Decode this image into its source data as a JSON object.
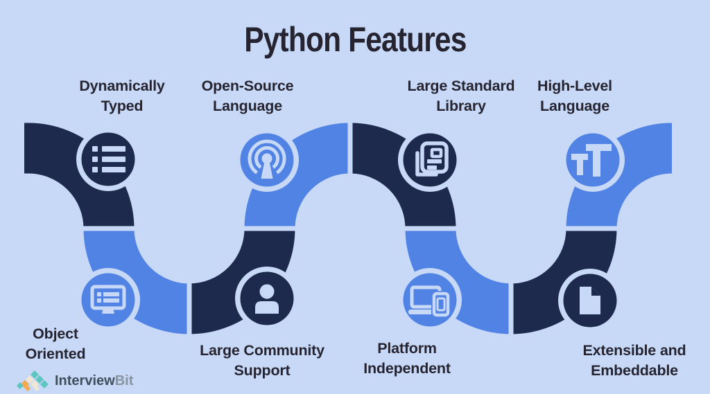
{
  "title": "Python Features",
  "colors": {
    "background": "#c7d9f6",
    "ribbon_dark": "#1d2a4d",
    "ribbon_blue": "#5183e4",
    "text": "#262430"
  },
  "features": [
    {
      "id": "dynamically-typed",
      "line1": "Dynamically",
      "line2": "Typed",
      "icon": "list-icon",
      "circle_color": "#1d2a4d"
    },
    {
      "id": "open-source-language",
      "line1": "Open-Source",
      "line2": "Language",
      "icon": "broadcast-icon",
      "circle_color": "#5183e4"
    },
    {
      "id": "large-standard-library",
      "line1": "Large Standard",
      "line2": "Library",
      "icon": "library-icon",
      "circle_color": "#1d2a4d"
    },
    {
      "id": "high-level-language",
      "line1": "High-Level",
      "line2": "Language",
      "icon": "text-size-icon",
      "circle_color": "#5183e4"
    },
    {
      "id": "object-oriented",
      "line1": "Object",
      "line2": "Oriented",
      "icon": "monitor-icon",
      "circle_color": "#5183e4"
    },
    {
      "id": "large-community-support",
      "line1": "Large Community",
      "line2": "Support",
      "icon": "person-icon",
      "circle_color": "#1d2a4d"
    },
    {
      "id": "platform-independent",
      "line1": "Platform",
      "line2": "Independent",
      "icon": "devices-icon",
      "circle_color": "#5183e4"
    },
    {
      "id": "extensible-embeddable",
      "line1": "Extensible and",
      "line2": "Embeddable",
      "icon": "document-icon",
      "circle_color": "#1d2a4d"
    }
  ],
  "logo": {
    "brand_primary": "Interview",
    "brand_secondary": "Bit"
  }
}
